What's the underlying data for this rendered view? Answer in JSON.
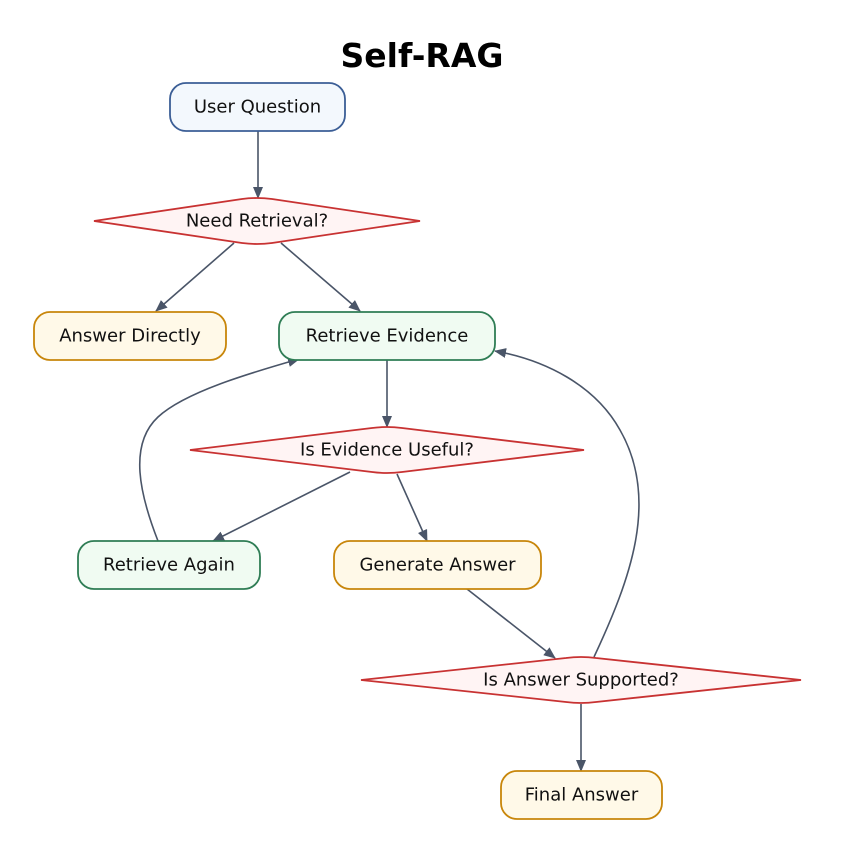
{
  "title": "Self-RAG",
  "colors": {
    "start_fill": "#f3f8fd",
    "start_stroke": "#3b5e96",
    "decision_fill": "#fff4f4",
    "decision_stroke": "#c83232",
    "output_fill": "#fff9e8",
    "output_stroke": "#c8860a",
    "retrieve_fill": "#f0fbf2",
    "retrieve_stroke": "#2f7d55",
    "edge": "#4a5568"
  },
  "nodes": {
    "user_question": {
      "label": "User Question",
      "kind": "start"
    },
    "need_retrieval": {
      "label": "Need Retrieval?",
      "kind": "decision"
    },
    "answer_directly": {
      "label": "Answer Directly",
      "kind": "output"
    },
    "retrieve_evidence": {
      "label": "Retrieve Evidence",
      "kind": "retrieve"
    },
    "is_evidence_useful": {
      "label": "Is Evidence Useful?",
      "kind": "decision"
    },
    "retrieve_again": {
      "label": "Retrieve Again",
      "kind": "retrieve"
    },
    "generate_answer": {
      "label": "Generate Answer",
      "kind": "output"
    },
    "is_answer_supported": {
      "label": "Is Answer Supported?",
      "kind": "decision"
    },
    "final_answer": {
      "label": "Final Answer",
      "kind": "output"
    }
  },
  "edges": [
    {
      "from": "user_question",
      "to": "need_retrieval"
    },
    {
      "from": "need_retrieval",
      "to": "answer_directly"
    },
    {
      "from": "need_retrieval",
      "to": "retrieve_evidence"
    },
    {
      "from": "retrieve_evidence",
      "to": "is_evidence_useful"
    },
    {
      "from": "is_evidence_useful",
      "to": "retrieve_again"
    },
    {
      "from": "is_evidence_useful",
      "to": "generate_answer"
    },
    {
      "from": "retrieve_again",
      "to": "retrieve_evidence"
    },
    {
      "from": "generate_answer",
      "to": "is_answer_supported"
    },
    {
      "from": "is_answer_supported",
      "to": "retrieve_evidence"
    },
    {
      "from": "is_answer_supported",
      "to": "final_answer"
    }
  ]
}
